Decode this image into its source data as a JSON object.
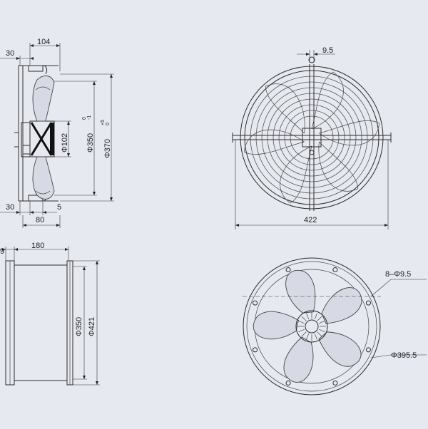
{
  "colors": {
    "background": "#e7e9f1",
    "line": "#2c2c2c",
    "blade_fill": "#d7dae4"
  },
  "side_view": {
    "dim_top_width": "104",
    "dim_top_flange": "30",
    "dim_bottom_flange": "30",
    "dim_bottom_offset": "5",
    "dim_bottom_depth": "80",
    "dim_hub": "Φ102",
    "dim_blade": "Φ350",
    "dim_blade_tol_upper": "0",
    "dim_blade_tol_lower": "-1",
    "dim_guard": "Φ370",
    "dim_guard_tol_upper": "+5",
    "dim_guard_tol_lower": "0"
  },
  "front_guard_view": {
    "dim_bar": "9.5",
    "dim_width": "422"
  },
  "housing_view": {
    "dim_flange": "9",
    "dim_depth": "180",
    "dim_inner": "Φ350",
    "dim_outer": "Φ421"
  },
  "rear_view": {
    "dim_holes": "8–Φ9.5",
    "dim_hole_circle": "Φ395.5"
  }
}
